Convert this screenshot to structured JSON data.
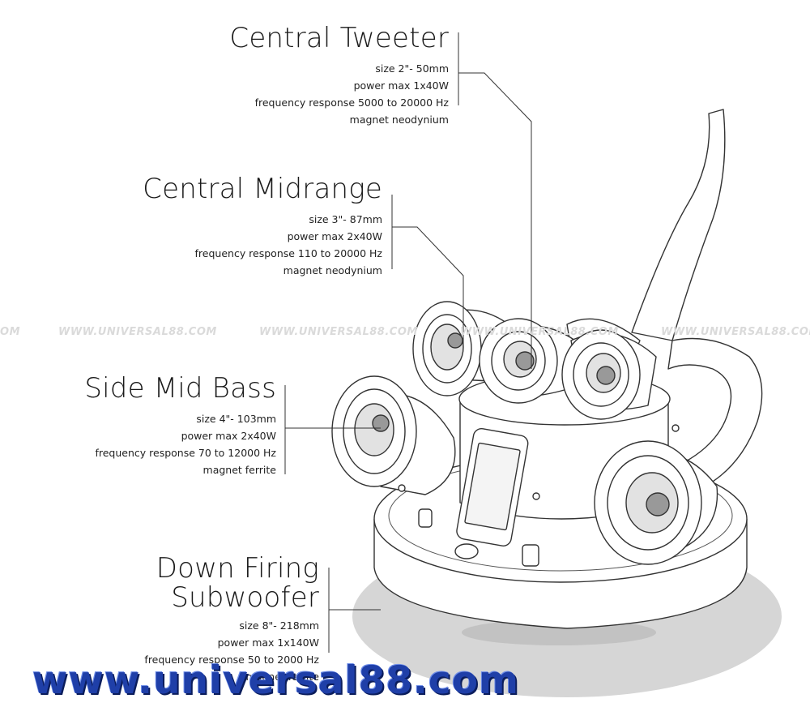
{
  "watermark_text": "WWW.UNIVERSAL88.COM",
  "watermark_text_cut": "COM",
  "site_url": "www.universal88.com",
  "labels": {
    "tweeter": {
      "title": "Central Tweeter",
      "specs": [
        "size 2\"- 50mm",
        "power max 1x40W",
        "frequency response 5000 to 20000 Hz",
        "magnet neodynium"
      ]
    },
    "midrange": {
      "title": "Central Midrange",
      "specs": [
        "size 3\"- 87mm",
        "power max 2x40W",
        "frequency response 110 to 20000 Hz",
        "magnet neodynium"
      ]
    },
    "midbass": {
      "title": "Side Mid Bass",
      "specs": [
        "size 4\"- 103mm",
        "power max 2x40W",
        "frequency response 70 to 12000 Hz",
        "magnet ferrite"
      ]
    },
    "sub": {
      "title": "Down Firing Subwoofer",
      "specs": [
        "size 8\"- 218mm",
        "power max 1x140W",
        "frequency response 50 to 2000 Hz",
        "magnet ferrite"
      ]
    }
  },
  "colors": {
    "url_blue": "#1f3fa8",
    "line": "#333333",
    "shadow": "#d4d4d4"
  }
}
